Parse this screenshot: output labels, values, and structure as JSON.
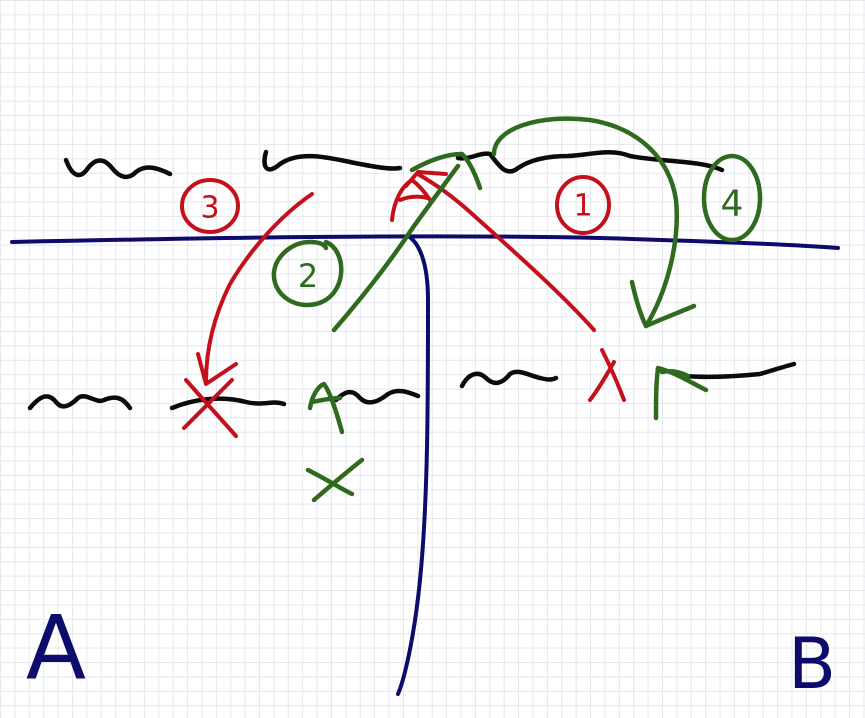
{
  "labels": {
    "side_left": "A",
    "side_right": "B",
    "step_1": "1",
    "step_2": "2",
    "step_3": "3",
    "step_4": "4",
    "marker_lower_mid": "x"
  },
  "colors": {
    "background": "#ffffff",
    "grid": "#e4e7ec",
    "text_placeholder": "#0b0b0b",
    "divider": "#0d0b6b",
    "red_moves": "#c4101a",
    "green_moves": "#2f6b1e"
  },
  "steps": [
    {
      "label": "1",
      "color": "red",
      "description_visible": false
    },
    {
      "label": "2",
      "color": "green",
      "description_visible": false
    },
    {
      "label": "3",
      "color": "red",
      "description_visible": false
    },
    {
      "label": "4",
      "color": "green",
      "description_visible": false
    }
  ]
}
